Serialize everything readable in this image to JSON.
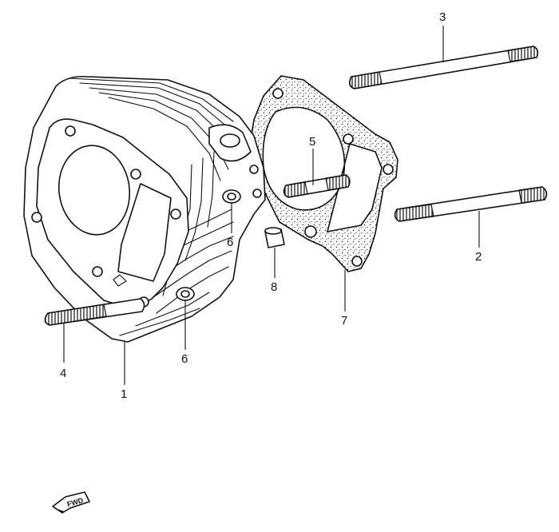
{
  "diagram": {
    "callouts": [
      {
        "id": "1",
        "text": "1"
      },
      {
        "id": "2",
        "text": "2"
      },
      {
        "id": "3",
        "text": "3"
      },
      {
        "id": "4",
        "text": "4"
      },
      {
        "id": "5",
        "text": "5"
      },
      {
        "id": "6a",
        "text": "6"
      },
      {
        "id": "6b",
        "text": "6"
      },
      {
        "id": "7",
        "text": "7"
      },
      {
        "id": "8",
        "text": "8"
      }
    ],
    "fwd_badge": "FWD"
  }
}
